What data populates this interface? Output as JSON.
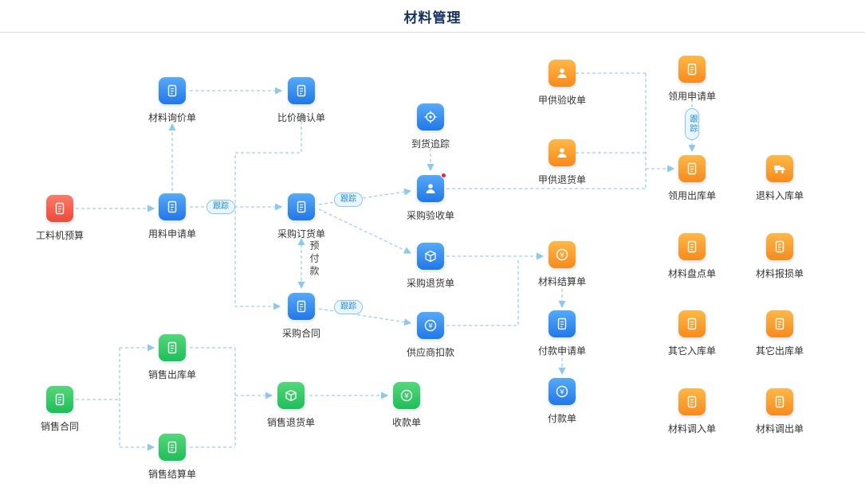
{
  "title": "材料管理",
  "colors": {
    "title_text": "#16335e",
    "accent_blue": "#2277e8",
    "accent_orange": "#f78a1d",
    "accent_green": "#1fbd58",
    "accent_red": "#ee4a38",
    "connector": "#9fd0f1",
    "badge_bg": "#eaf6fe",
    "badge_border": "#86c8f2",
    "badge_text": "#1b87d6"
  },
  "badges": {
    "track": "跟踪",
    "prepay": "预付款"
  },
  "nodes": [
    {
      "label": "工料机预算",
      "icon": "budget-document-icon"
    },
    {
      "label": "材料询价单",
      "icon": "inquiry-document-icon"
    },
    {
      "label": "比价确认单",
      "icon": "compare-confirm-icon"
    },
    {
      "label": "用料申请单",
      "icon": "material-request-icon"
    },
    {
      "label": "采购订货单",
      "icon": "purchase-order-icon"
    },
    {
      "label": "采购合同",
      "icon": "purchase-contract-icon"
    },
    {
      "label": "到货追踪",
      "icon": "arrival-tracking-icon"
    },
    {
      "label": "采购验收单",
      "icon": "purchase-acceptance-icon"
    },
    {
      "label": "采购退货单",
      "icon": "purchase-return-icon"
    },
    {
      "label": "供应商扣款",
      "icon": "supplier-deduction-icon"
    },
    {
      "label": "甲供验收单",
      "icon": "owner-supplied-acceptance-icon"
    },
    {
      "label": "甲供退货单",
      "icon": "owner-supplied-return-icon"
    },
    {
      "label": "材料结算单",
      "icon": "material-settlement-icon"
    },
    {
      "label": "付款申请单",
      "icon": "payment-request-icon"
    },
    {
      "label": "付款单",
      "icon": "payment-icon"
    },
    {
      "label": "领用申请单",
      "icon": "requisition-request-icon"
    },
    {
      "label": "领用出库单",
      "icon": "requisition-outbound-icon"
    },
    {
      "label": "退料入库单",
      "icon": "material-return-inbound-icon"
    },
    {
      "label": "材料盘点单",
      "icon": "stocktake-icon"
    },
    {
      "label": "材料报损单",
      "icon": "damage-report-icon"
    },
    {
      "label": "其它入库单",
      "icon": "other-inbound-icon"
    },
    {
      "label": "其它出库单",
      "icon": "other-outbound-icon"
    },
    {
      "label": "材料调入单",
      "icon": "transfer-in-icon"
    },
    {
      "label": "材料调出单",
      "icon": "transfer-out-icon"
    },
    {
      "label": "销售合同",
      "icon": "sales-contract-icon"
    },
    {
      "label": "销售出库单",
      "icon": "sales-outbound-icon"
    },
    {
      "label": "销售结算单",
      "icon": "sales-settlement-icon"
    },
    {
      "label": "销售退货单",
      "icon": "sales-return-icon"
    },
    {
      "label": "收款单",
      "icon": "receipt-icon"
    }
  ]
}
